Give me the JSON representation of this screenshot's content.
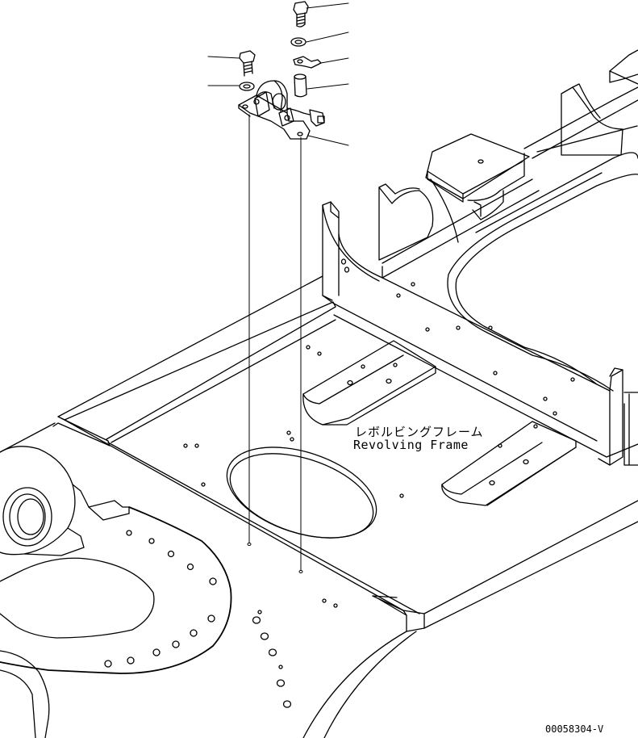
{
  "labels": {
    "component_jp": "レボルビングフレーム",
    "component_en": "Revolving Frame",
    "drawing_id": "00058304-V"
  },
  "icons": {
    "bolt_top": "bolt-icon",
    "bolt_left": "bolt-icon",
    "washer_top": "washer-icon",
    "washer_left": "washer-icon",
    "clip": "clip-icon",
    "spacer": "spacer-icon",
    "switch_bracket": "bracket-icon"
  }
}
